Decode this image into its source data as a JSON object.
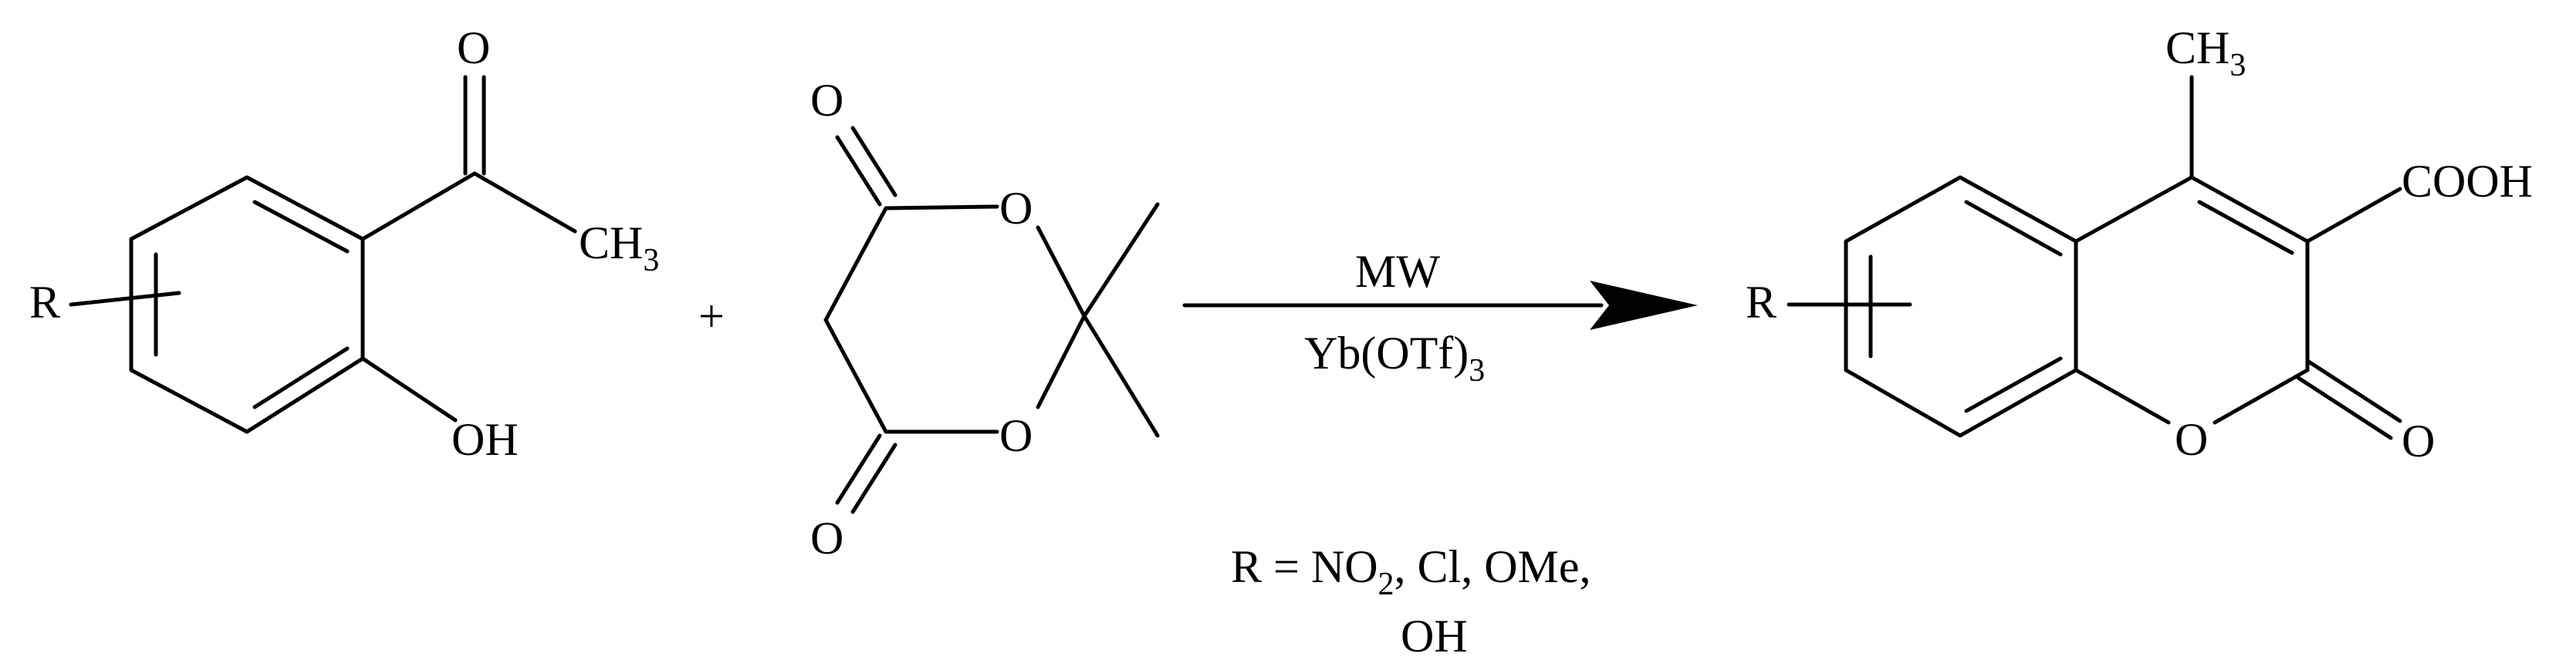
{
  "reactant1": {
    "substituent": "R",
    "carbonyl_o": "O",
    "methyl": {
      "base": "CH",
      "sub": "3"
    },
    "hydroxyl": "OH"
  },
  "plus": "+",
  "reactant2": {
    "carbonyl_top": "O",
    "ring_o_top": "O",
    "ring_o_bottom": "O",
    "carbonyl_bottom": "O"
  },
  "arrow": {
    "above": "MW",
    "below": {
      "base": "Yb(OTf)",
      "sub": "3"
    }
  },
  "product": {
    "substituent": "R",
    "methyl": {
      "base": "CH",
      "sub": "3"
    },
    "acid": "COOH",
    "ring_o": "O",
    "carbonyl_o": "O"
  },
  "note": {
    "line1_prefix": "R = NO",
    "line1_sub": "2",
    "line1_suffix": ", Cl, OMe,",
    "line2": "OH"
  }
}
